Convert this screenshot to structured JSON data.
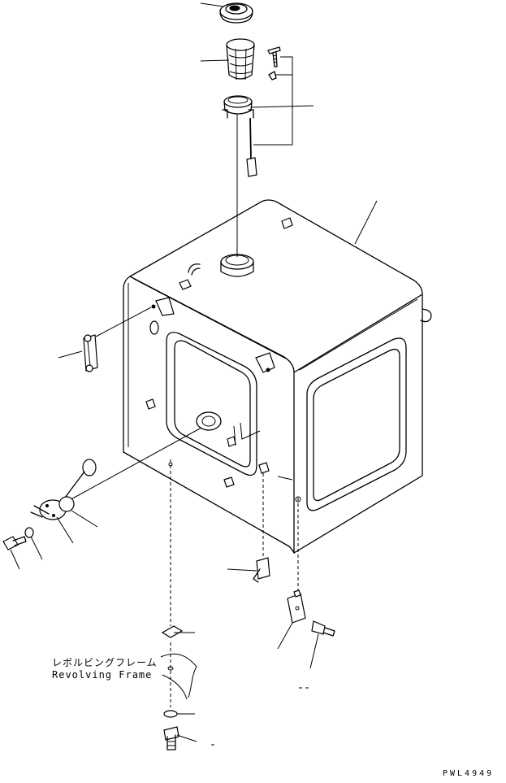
{
  "labels": {
    "frame_jp": "レボルビングフレーム",
    "frame_en": "Revolving Frame",
    "drawing_code": "PWL4949"
  }
}
